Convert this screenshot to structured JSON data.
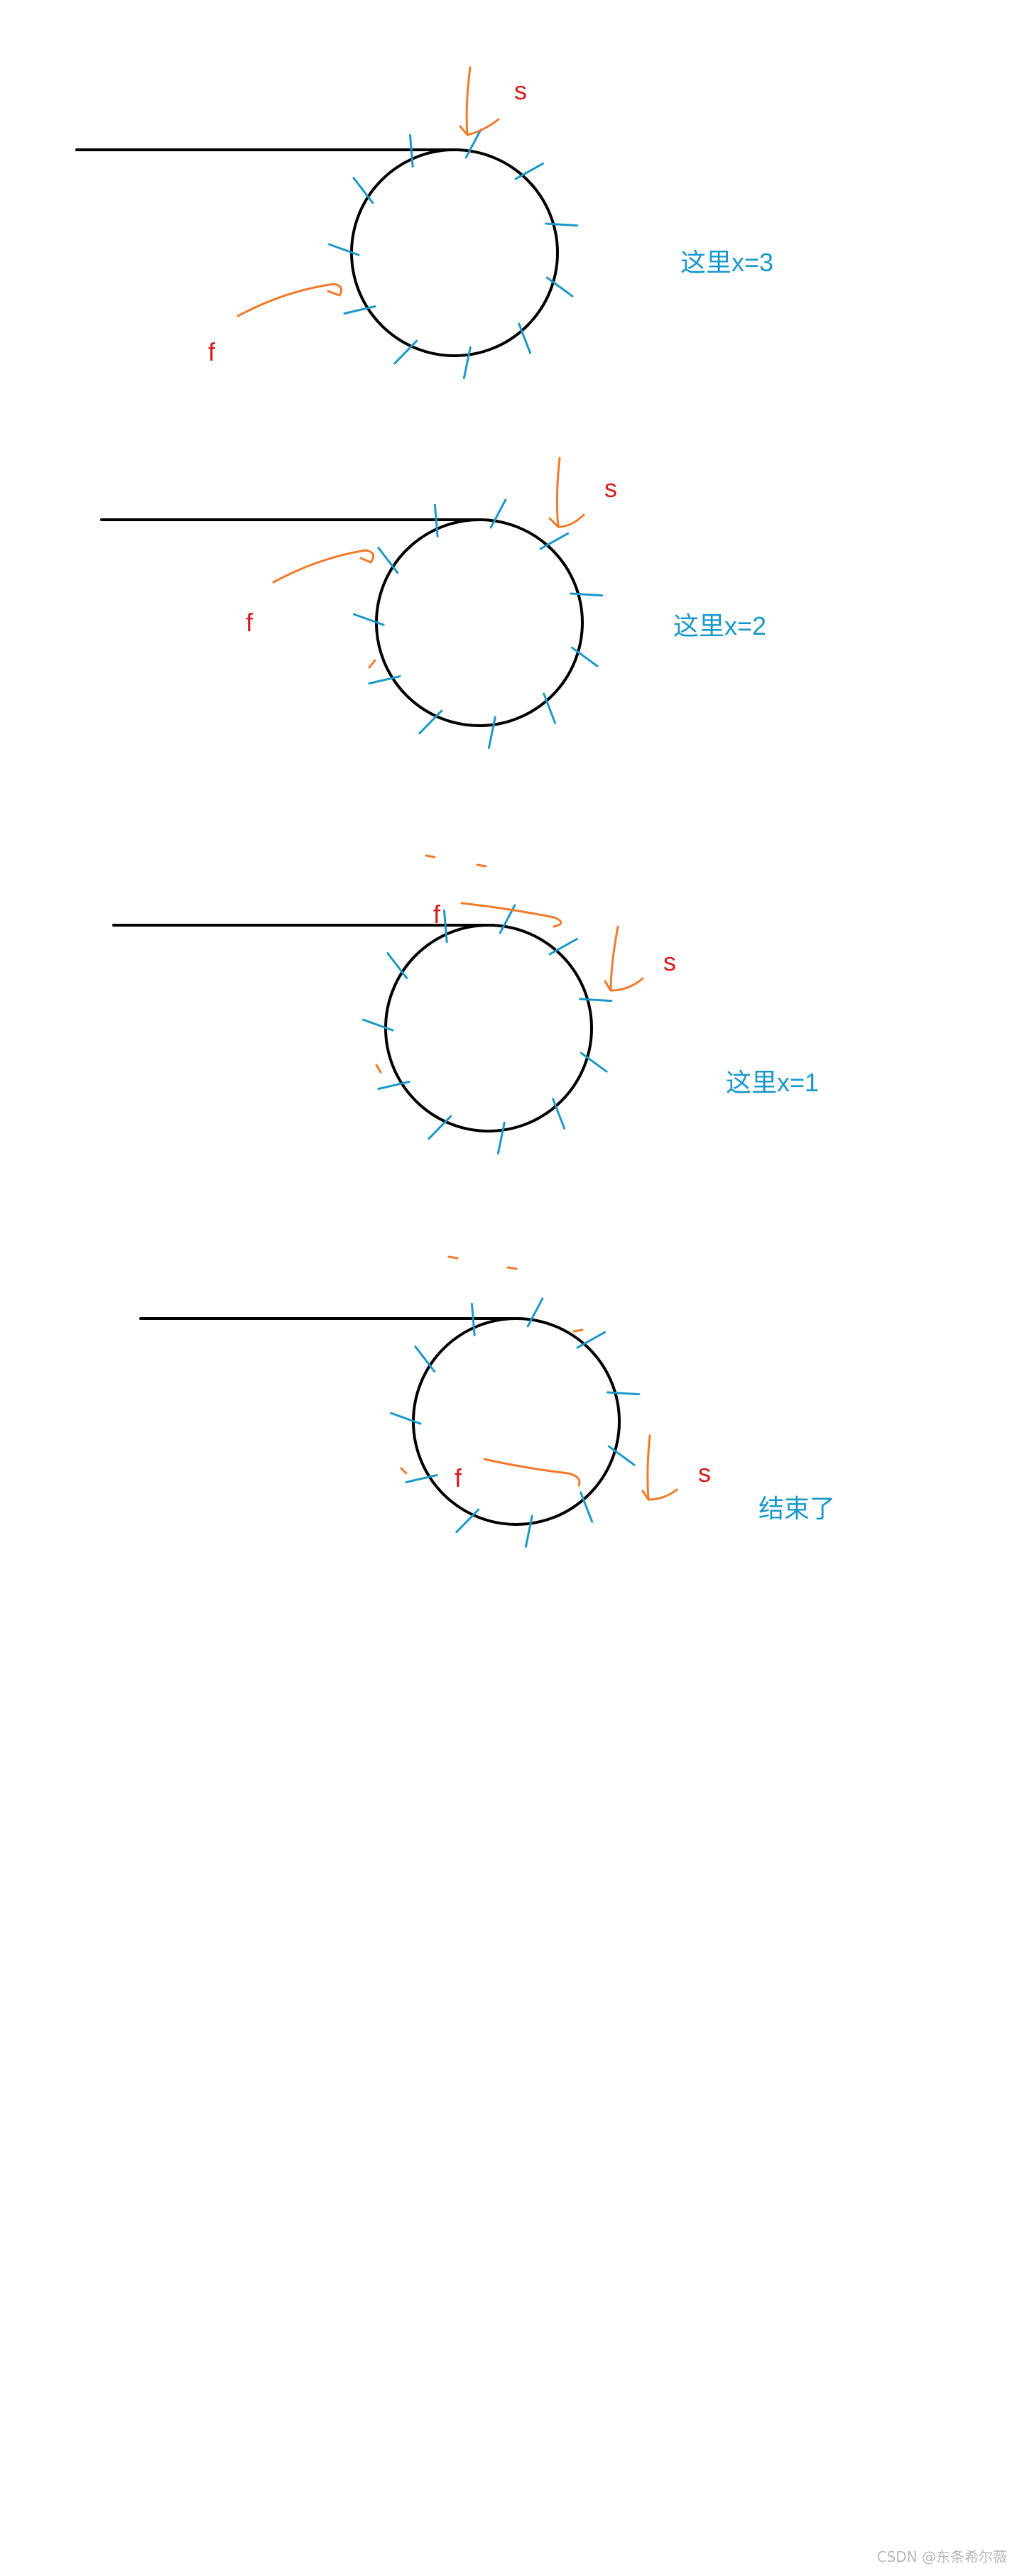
{
  "colors": {
    "line": "#000000",
    "tick": "#1a98c9",
    "arrow": "#f07a2a",
    "letter": "#d51b1b",
    "note": "#1a98c9",
    "watermark": "#b8b8b8"
  },
  "labels": {
    "slow": "s",
    "fast": "f"
  },
  "panels": [
    {
      "note": "这里x=3"
    },
    {
      "note": "这里x=2"
    },
    {
      "note": "这里x=1"
    },
    {
      "note": "结束了"
    }
  ],
  "watermark": "CSDN @东条希尔薇"
}
